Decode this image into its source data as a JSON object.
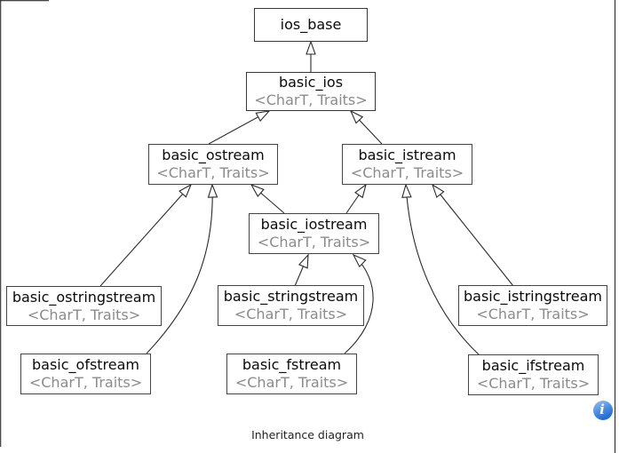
{
  "diagram": {
    "caption": "Inheritance diagram",
    "nodes": [
      {
        "id": "ios_base",
        "label": "ios_base",
        "template_params": ""
      },
      {
        "id": "basic_ios",
        "label": "basic_ios",
        "template_params": "<CharT, Traits>"
      },
      {
        "id": "basic_ostream",
        "label": "basic_ostream",
        "template_params": "<CharT, Traits>"
      },
      {
        "id": "basic_istream",
        "label": "basic_istream",
        "template_params": "<CharT, Traits>"
      },
      {
        "id": "basic_iostream",
        "label": "basic_iostream",
        "template_params": "<CharT, Traits>"
      },
      {
        "id": "basic_ostringstream",
        "label": "basic_ostringstream",
        "template_params": "<CharT, Traits>"
      },
      {
        "id": "basic_stringstream",
        "label": "basic_stringstream",
        "template_params": "<CharT, Traits>"
      },
      {
        "id": "basic_istringstream",
        "label": "basic_istringstream",
        "template_params": "<CharT, Traits>"
      },
      {
        "id": "basic_ofstream",
        "label": "basic_ofstream",
        "template_params": "<CharT, Traits>"
      },
      {
        "id": "basic_fstream",
        "label": "basic_fstream",
        "template_params": "<CharT, Traits>"
      },
      {
        "id": "basic_ifstream",
        "label": "basic_ifstream",
        "template_params": "<CharT, Traits>"
      }
    ],
    "edges": [
      {
        "from": "basic_ios",
        "to": "ios_base"
      },
      {
        "from": "basic_ostream",
        "to": "basic_ios"
      },
      {
        "from": "basic_istream",
        "to": "basic_ios"
      },
      {
        "from": "basic_iostream",
        "to": "basic_ostream"
      },
      {
        "from": "basic_iostream",
        "to": "basic_istream"
      },
      {
        "from": "basic_ostringstream",
        "to": "basic_ostream"
      },
      {
        "from": "basic_ofstream",
        "to": "basic_ostream"
      },
      {
        "from": "basic_stringstream",
        "to": "basic_iostream"
      },
      {
        "from": "basic_fstream",
        "to": "basic_iostream"
      },
      {
        "from": "basic_istringstream",
        "to": "basic_istream"
      },
      {
        "from": "basic_ifstream",
        "to": "basic_istream"
      }
    ],
    "colors": {
      "box_border": "#454545",
      "class_name_text": "#0a0a0a",
      "template_param_text": "#8b8b8b",
      "arrow": "#2a2a2a",
      "frame_border": "#b3b3b3",
      "info_icon_blue": "#1257c4"
    }
  },
  "info": {
    "glyph": "i"
  }
}
